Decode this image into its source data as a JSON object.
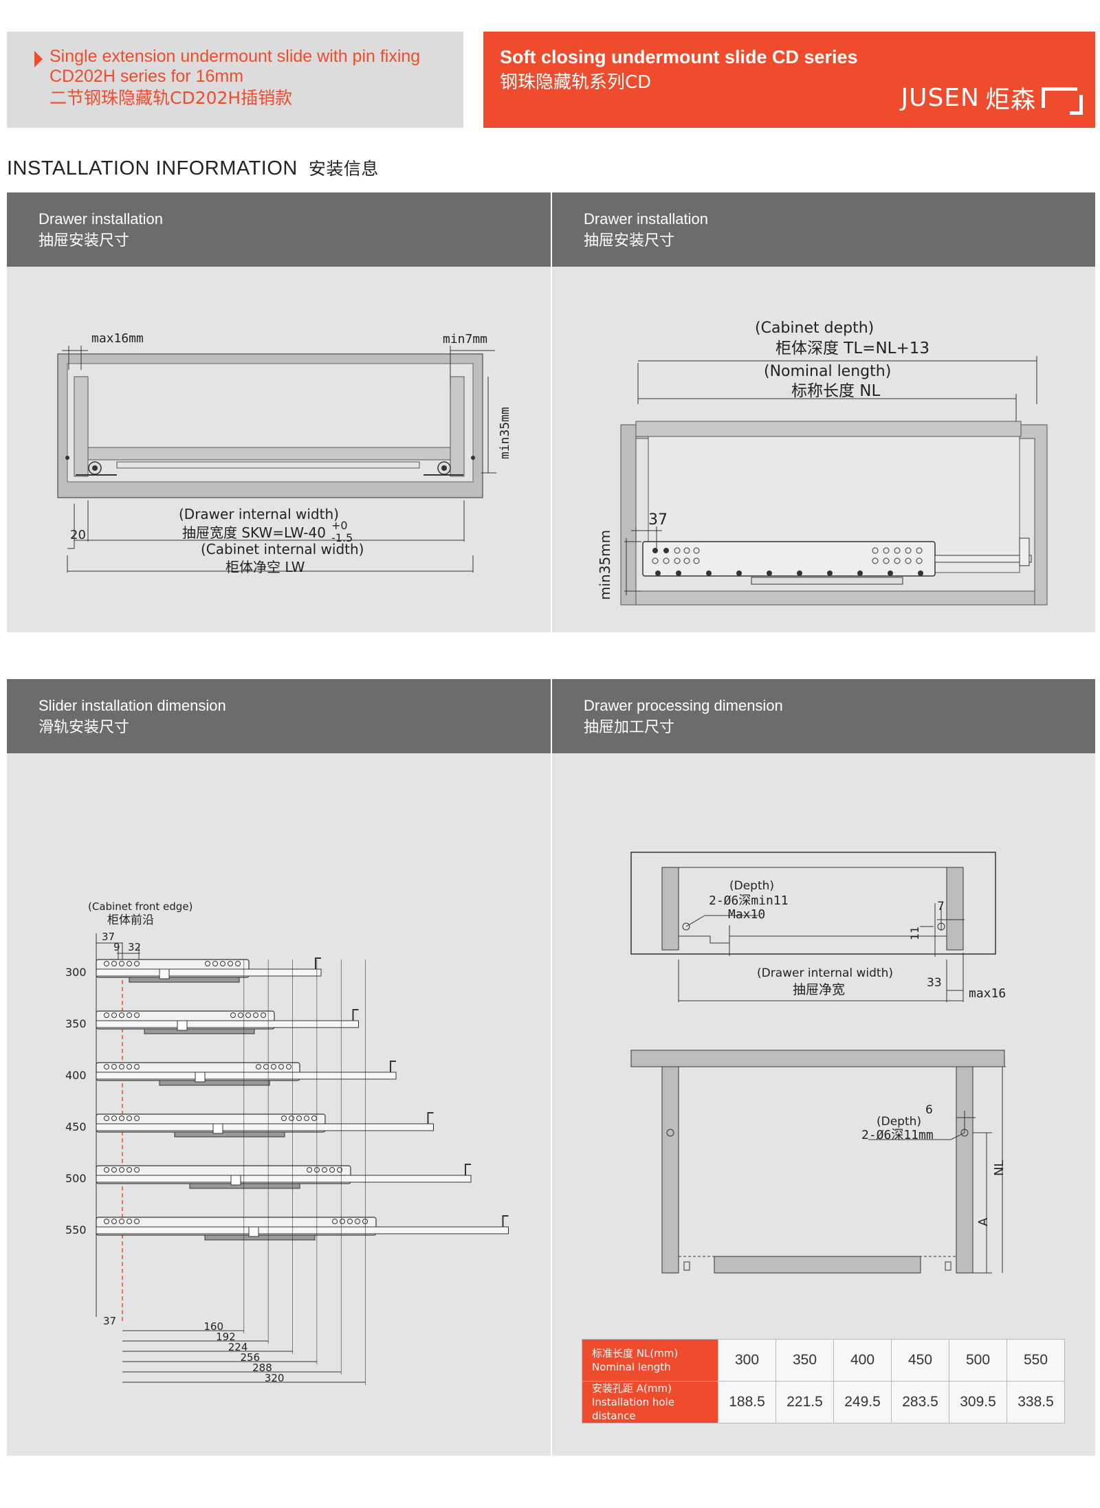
{
  "header": {
    "left_line1": "Single extension undermount slide with pin fixing",
    "left_line2": "CD202H series for 16mm",
    "left_line3": "二节钢珠隐藏轨CD202H插销款",
    "right_title_en": "Soft closing undermount slide CD series",
    "right_title_cn": "钢珠隐藏轨系列CD",
    "brand_en": "JUSEN",
    "brand_cn": "炬森"
  },
  "section": {
    "title_en": "INSTALLATION INFORMATION",
    "title_cn": "安装信息"
  },
  "panels": {
    "drawer_installation_1": {
      "title_en": "Drawer installation",
      "title_cn": "抽屉安装尺寸",
      "max16": "max16mm",
      "min7": "min7mm",
      "min35": "min35mm",
      "drawer_width_en": "(Drawer internal width)",
      "drawer_width_cn": "抽屉宽度 SKW=LW-40",
      "tol_plus": "+0",
      "tol_minus": "-1.5",
      "cabinet_width_en": "(Cabinet internal width)",
      "cabinet_width_cn": "柜体净空 LW",
      "dim_20": "20"
    },
    "drawer_installation_2": {
      "title_en": "Drawer installation",
      "title_cn": "抽屉安装尺寸",
      "cabinet_depth_en": "(Cabinet depth)",
      "cabinet_depth_cn": "柜体深度 TL=NL+13",
      "nominal_en": "(Nominal length)",
      "nominal_cn": "标称长度 NL",
      "dim_37": "37",
      "min35": "min35mm"
    },
    "slider_installation": {
      "title_en": "Slider installation dimension",
      "title_cn": "滑轨安装尺寸",
      "front_edge_en": "(Cabinet front edge)",
      "front_edge_cn": "柜体前沿",
      "dim_37_top": "37",
      "dim_9": "9",
      "dim_32": "32",
      "lengths": [
        "300",
        "350",
        "400",
        "450",
        "500",
        "550"
      ],
      "dim_37_bottom": "37",
      "hole_distances": [
        "160",
        "192",
        "224",
        "256",
        "288",
        "320"
      ]
    },
    "drawer_processing": {
      "title_en": "Drawer processing dimension",
      "title_cn": "抽屉加工尺寸",
      "depth_label": "(Depth)",
      "hole_spec_1": "2-Ø6深min11",
      "max10": "Max10",
      "dim_7": "7",
      "dim_11": "11",
      "dim_33": "33",
      "max16": "max16",
      "drawer_width_en": "(Drawer internal width)",
      "drawer_width_cn": "抽屉净宽",
      "dim_6": "6",
      "depth_label_2": "(Depth)",
      "hole_spec_2": "2-Ø6深11mm",
      "label_A": "A",
      "label_NL": "NL"
    }
  },
  "table": {
    "row1_label_cn": "标准长度 NL(mm)",
    "row1_label_en": "Nominal length",
    "row2_label_cn": "安装孔距 A(mm)",
    "row2_label_en": "Installation hole distance",
    "nominal": [
      "300",
      "350",
      "400",
      "450",
      "500",
      "550"
    ],
    "hole_distance": [
      "188.5",
      "221.5",
      "249.5",
      "283.5",
      "309.5",
      "338.5"
    ]
  }
}
